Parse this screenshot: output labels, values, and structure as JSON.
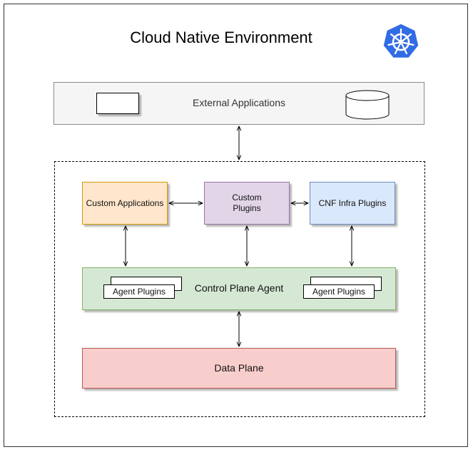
{
  "title": "Cloud Native Environment",
  "external": {
    "label": "External Applications"
  },
  "components": {
    "custom_applications": "Custom Applications",
    "custom_plugins": "Custom\nPlugins",
    "cnf_infra_plugins": "CNF Infra Plugins",
    "control_plane_agent": "Control Plane Agent",
    "data_plane": "Data Plane"
  },
  "agent_plugins": [
    "Agent Plugins",
    "Agent Plugins"
  ],
  "logo": {
    "icon": "kubernetes-helm-icon",
    "color": "#326ce5"
  },
  "colors": {
    "orange_fill": "#ffe6cc",
    "purple_fill": "#e1d5e7",
    "blue_fill": "#dae8fc",
    "green_fill": "#d5e8d4",
    "red_fill": "#f8cecc"
  }
}
